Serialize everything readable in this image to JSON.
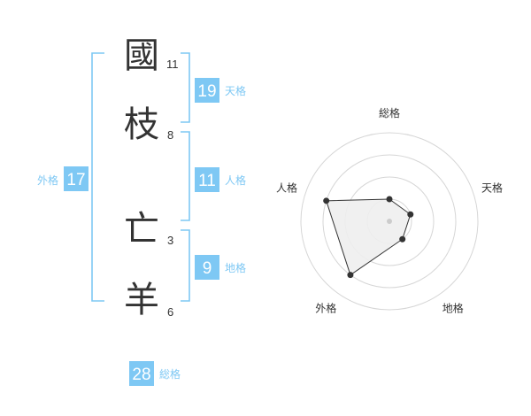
{
  "colors": {
    "accent": "#7ec8f4",
    "bracket": "#7ec8f4",
    "text": "#333333",
    "label": "#7ec8f4",
    "radar_fill": "#eeeeee",
    "radar_stroke": "#333333",
    "radar_ring": "#d6d6d6"
  },
  "name": {
    "characters": [
      {
        "char": "國",
        "strokes": "11"
      },
      {
        "char": "枝",
        "strokes": "8"
      },
      {
        "char": "亡",
        "strokes": "3"
      },
      {
        "char": "羊",
        "strokes": "6"
      }
    ]
  },
  "fortunes": {
    "tenkaku": {
      "value": "19",
      "label": "天格"
    },
    "jinkaku": {
      "value": "11",
      "label": "人格"
    },
    "chikaku": {
      "value": "9",
      "label": "地格"
    },
    "gaikaku": {
      "value": "17",
      "label": "外格"
    },
    "soukaku": {
      "value": "28",
      "label": "総格"
    }
  },
  "chart_data": {
    "type": "radar",
    "axes": [
      "総格",
      "天格",
      "地格",
      "外格",
      "人格"
    ],
    "values": [
      0.25,
      0.25,
      0.25,
      0.75,
      0.75
    ],
    "rings": 4,
    "range": [
      0,
      1
    ]
  }
}
